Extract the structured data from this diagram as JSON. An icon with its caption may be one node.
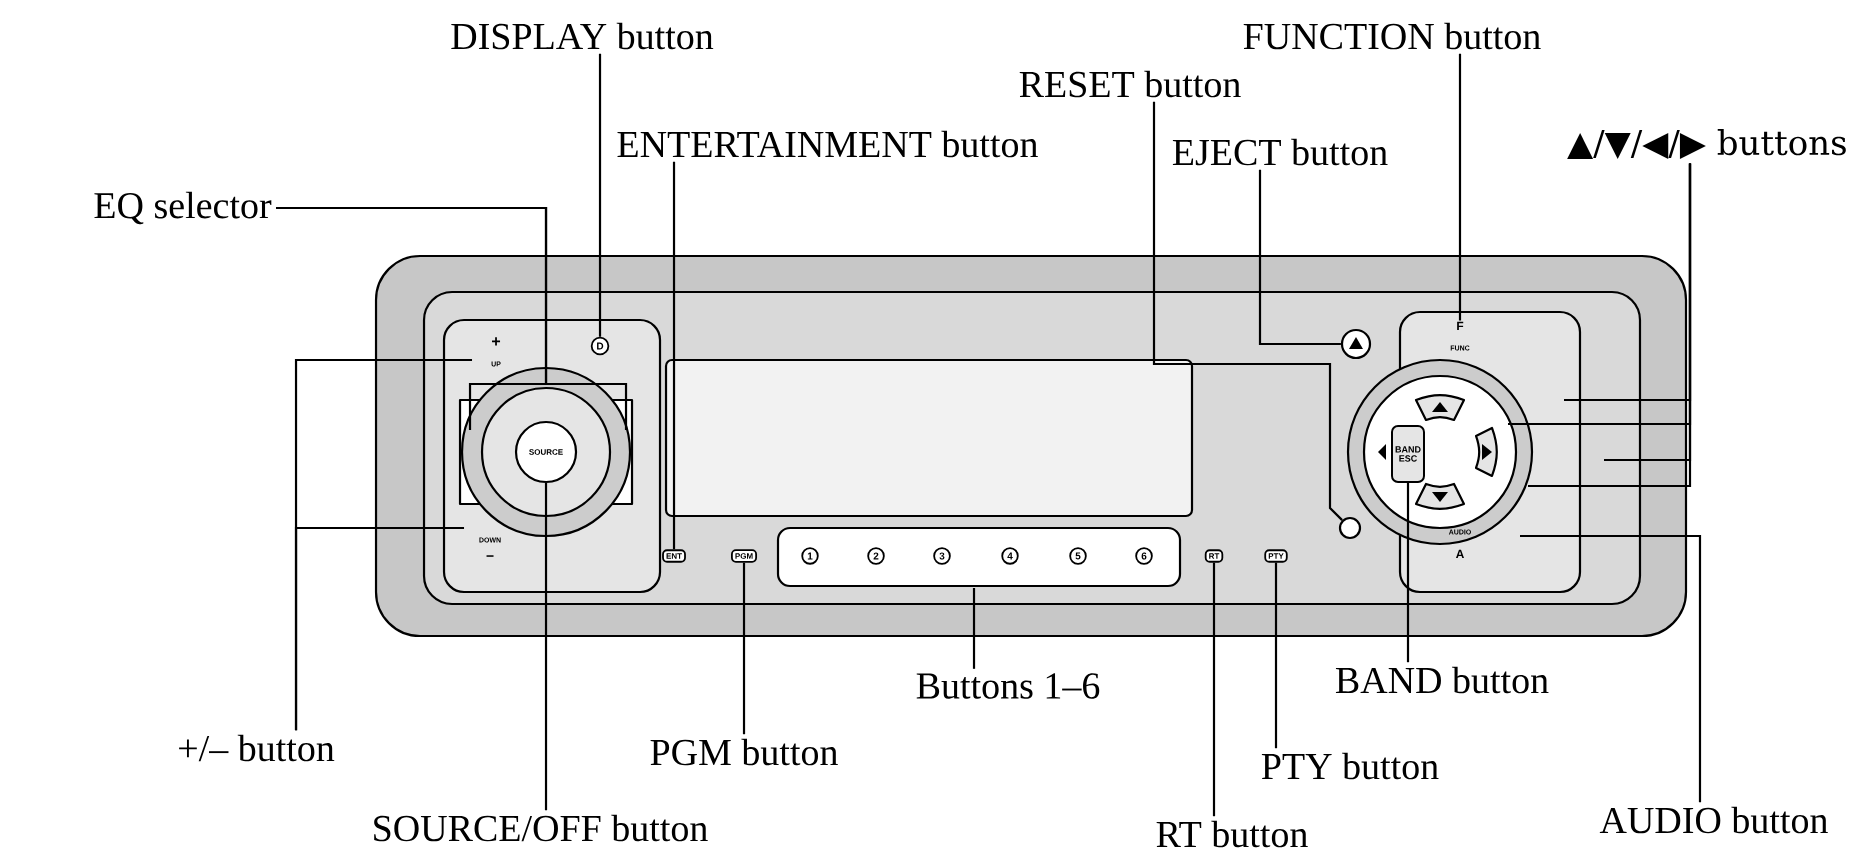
{
  "diagram": {
    "nodes": [
      {
        "text": [
          "DISPLAY button"
        ]
      },
      {
        "text": [
          "FUNCTION button"
        ]
      },
      {
        "text": [
          "RESET button"
        ]
      },
      {
        "text": [
          "ENTERTAINMENT button"
        ]
      },
      {
        "text": [
          "EJECT button"
        ]
      },
      {
        "text": [
          "▲/▼/◀/▶ buttons"
        ]
      },
      {
        "text": [
          "EQ selector"
        ]
      },
      {
        "text": [
          "+/– button"
        ]
      },
      {
        "text": [
          "Buttons 1–6"
        ]
      },
      {
        "text": [
          "BAND button"
        ]
      },
      {
        "text": [
          "PGM button"
        ]
      },
      {
        "text": [
          "PTY button"
        ]
      },
      {
        "text": [
          "SOURCE/OFF button"
        ]
      },
      {
        "text": [
          "RT button"
        ]
      },
      {
        "text": [
          "AUDIO button"
        ]
      },
      {
        "text": [
          "D"
        ]
      },
      {
        "text": [
          "F"
        ]
      },
      {
        "text": [
          "SOURCE"
        ]
      },
      {
        "text": [
          "BAND",
          "ESC"
        ]
      },
      {
        "text": [
          "ENT"
        ]
      },
      {
        "text": [
          "PGM"
        ]
      },
      {
        "text": [
          "RT"
        ]
      },
      {
        "text": [
          "PTY"
        ]
      },
      {
        "text": [],
        "shape": "circle"
      },
      {
        "text": [],
        "shape": "circle"
      }
    ],
    "edges": [
      {
        "from": 0,
        "to": 15,
        "arrow": "none"
      },
      {
        "from": 1,
        "to": 16,
        "arrow": "none"
      },
      {
        "from": 2,
        "to": 24,
        "arrow": "none"
      },
      {
        "from": 3,
        "to": 19,
        "arrow": "none"
      },
      {
        "from": 4,
        "to": 23,
        "arrow": "none"
      },
      {
        "from": 5,
        "to": null,
        "arrow": "none"
      },
      {
        "from": 5,
        "to": null,
        "arrow": "none"
      },
      {
        "from": 5,
        "to": null,
        "arrow": "none"
      },
      {
        "from": 5,
        "to": null,
        "arrow": "none"
      },
      {
        "from": 6,
        "to": null,
        "arrow": "none"
      },
      {
        "from": 6,
        "to": null,
        "arrow": "none"
      },
      {
        "from": 7,
        "to": null,
        "arrow": "none"
      },
      {
        "from": 7,
        "to": null,
        "arrow": "none"
      },
      {
        "from": 8,
        "to": null,
        "arrow": "none"
      },
      {
        "from": 9,
        "to": 18,
        "arrow": "none"
      },
      {
        "from": 10,
        "to": 20,
        "arrow": "none"
      },
      {
        "from": 11,
        "to": 22,
        "arrow": "none"
      },
      {
        "from": 12,
        "to": 17,
        "arrow": "none"
      },
      {
        "from": 13,
        "to": 21,
        "arrow": "none"
      },
      {
        "from": 14,
        "to": null,
        "arrow": "none"
      }
    ],
    "labels": [
      "+",
      "UP",
      "FUNC",
      "AUDIO",
      "A",
      "DOWN",
      "−",
      "1",
      "2",
      "3",
      "4",
      "5",
      "6"
    ]
  }
}
